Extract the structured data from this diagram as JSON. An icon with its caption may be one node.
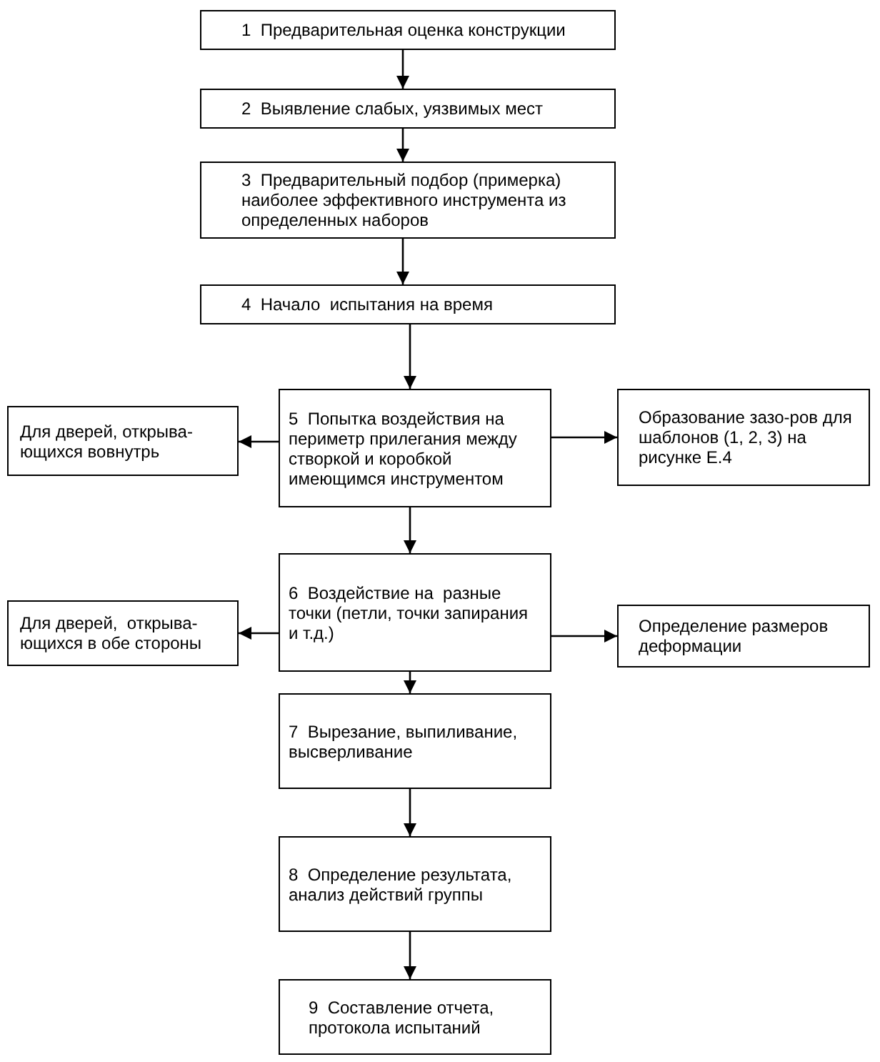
{
  "diagram": {
    "nodes": [
      {
        "text": [
          "1  Предварительная оценка конструкции"
        ]
      },
      {
        "text": [
          "2  Выявление слабых, уязвимых мест"
        ]
      },
      {
        "text": [
          "3  Предварительный подбор (примерка) наиболее эффективного инструмента из определенных наборов"
        ]
      },
      {
        "text": [
          "4  Начало  испытания на время"
        ]
      },
      {
        "text": [
          "5  Попытка воздействия на периметр прилегания между створкой и коробкой имеющимся инструментом"
        ]
      },
      {
        "text": [
          "Для дверей, открыва-ющихся вовнутрь"
        ]
      },
      {
        "text": [
          "Образование зазо-ров для шаблонов (1, 2, 3) на рисунке Е.4"
        ]
      },
      {
        "text": [
          "6  Воздействие на  разные точки (петли, точки запирания и т.д.)"
        ]
      },
      {
        "text": [
          "Для дверей,  открыва-ющихся в обе стороны"
        ]
      },
      {
        "text": [
          "Определение размеров деформации"
        ]
      },
      {
        "text": [
          "7  Вырезание, выпиливание, высверливание"
        ]
      },
      {
        "text": [
          "8  Определение результата, анализ действий группы"
        ]
      },
      {
        "text": [
          "9  Составление отчета, протокола испытаний"
        ]
      }
    ],
    "edges": [
      {
        "from": 0,
        "to": 1,
        "arrow": "to"
      },
      {
        "from": 1,
        "to": 2,
        "arrow": "to"
      },
      {
        "from": 2,
        "to": 3,
        "arrow": "to"
      },
      {
        "from": 3,
        "to": 4,
        "arrow": "to"
      },
      {
        "from": 4,
        "to": 5,
        "arrow": "to"
      },
      {
        "from": 4,
        "to": 6,
        "arrow": "to"
      },
      {
        "from": 4,
        "to": 7,
        "arrow": "to"
      },
      {
        "from": 7,
        "to": 8,
        "arrow": "to"
      },
      {
        "from": 7,
        "to": 9,
        "arrow": "to"
      },
      {
        "from": 7,
        "to": 10,
        "arrow": "to"
      },
      {
        "from": 10,
        "to": 11,
        "arrow": "to"
      },
      {
        "from": 11,
        "to": 12,
        "arrow": "to"
      }
    ]
  }
}
